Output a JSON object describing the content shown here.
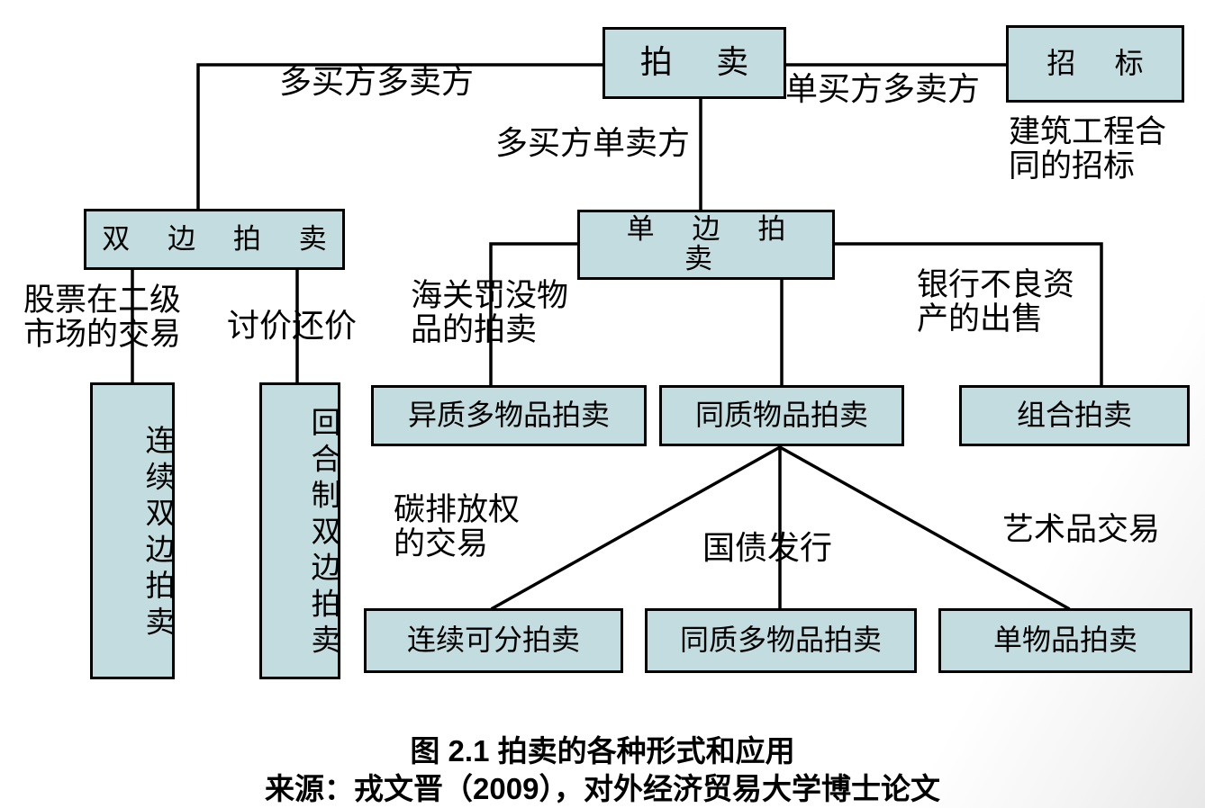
{
  "figure": {
    "title": "图 2.1 拍卖的各种形式和应用",
    "source": "来源：戎文晋（2009），对外经济贸易大学博士论文"
  },
  "colors": {
    "node_fill": "#c3dcdf",
    "node_border": "#000000",
    "edge_stroke": "#000000",
    "text": "#000000",
    "background": "#ffffff"
  },
  "nodes": {
    "auction": "拍 卖",
    "tender": "招 标",
    "double_auction": "双 边 拍 卖",
    "single_auction": "单 边 拍 卖",
    "continuous_double": "连续双边拍卖",
    "round_double": "回合制双边拍卖",
    "hetero_multi": "异质多物品拍卖",
    "homo_item": "同质物品拍卖",
    "combinatorial": "组合拍卖",
    "continuous_divisible": "连续可分拍卖",
    "homo_multi": "同质多物品拍卖",
    "single_item": "单物品拍卖"
  },
  "edge_labels": {
    "many_buyers_many_sellers": "多买方多卖方",
    "one_buyer_many_sellers": "单买方多卖方",
    "many_buyers_one_seller": "多买方单卖方",
    "construction_tender": "建筑工程合\n同的招标",
    "stock_secondary_market": "股票在二级\n市场的交易",
    "bargaining": "讨价还价",
    "customs_confiscated": "海关罚没物\n品的拍卖",
    "bank_npl": "银行不良资\n产的出售",
    "carbon_emission": "碳排放权\n的交易",
    "treasury_bond": "国债发行",
    "art_trade": "艺术品交易"
  }
}
